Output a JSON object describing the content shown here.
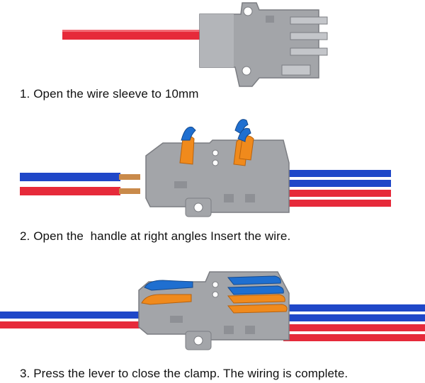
{
  "steps": [
    {
      "caption": "1. Open the wire sleeve to 10mm"
    },
    {
      "caption": "2. Open the  handle at right angles Insert the wire."
    },
    {
      "caption": "3. Press the lever to close the clamp. The wiring is complete."
    }
  ],
  "colors": {
    "red_wire": "#e62a3a",
    "blue_wire": "#1f47c8",
    "connector_gray": "#a3a5a9",
    "lever_orange": "#f08a1c",
    "lever_blue": "#1f6fd0",
    "copper": "#c98a4a"
  }
}
